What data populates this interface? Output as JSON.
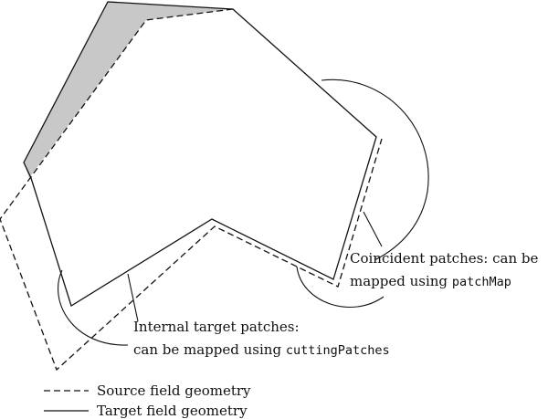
{
  "annotations": {
    "coincident": {
      "line1": "Coincident patches: can be",
      "line2_prefix": "mapped using ",
      "line2_code": "patchMap"
    },
    "internal": {
      "line1": "Internal target patches:",
      "line2_prefix": "can be mapped using ",
      "line2_code": "cuttingPatches"
    }
  },
  "legend": {
    "source": "Source field geometry",
    "target": "Target field geometry"
  },
  "colors": {
    "line": "#111111",
    "shaded_region": "#c8c8c8",
    "background": "#ffffff"
  }
}
